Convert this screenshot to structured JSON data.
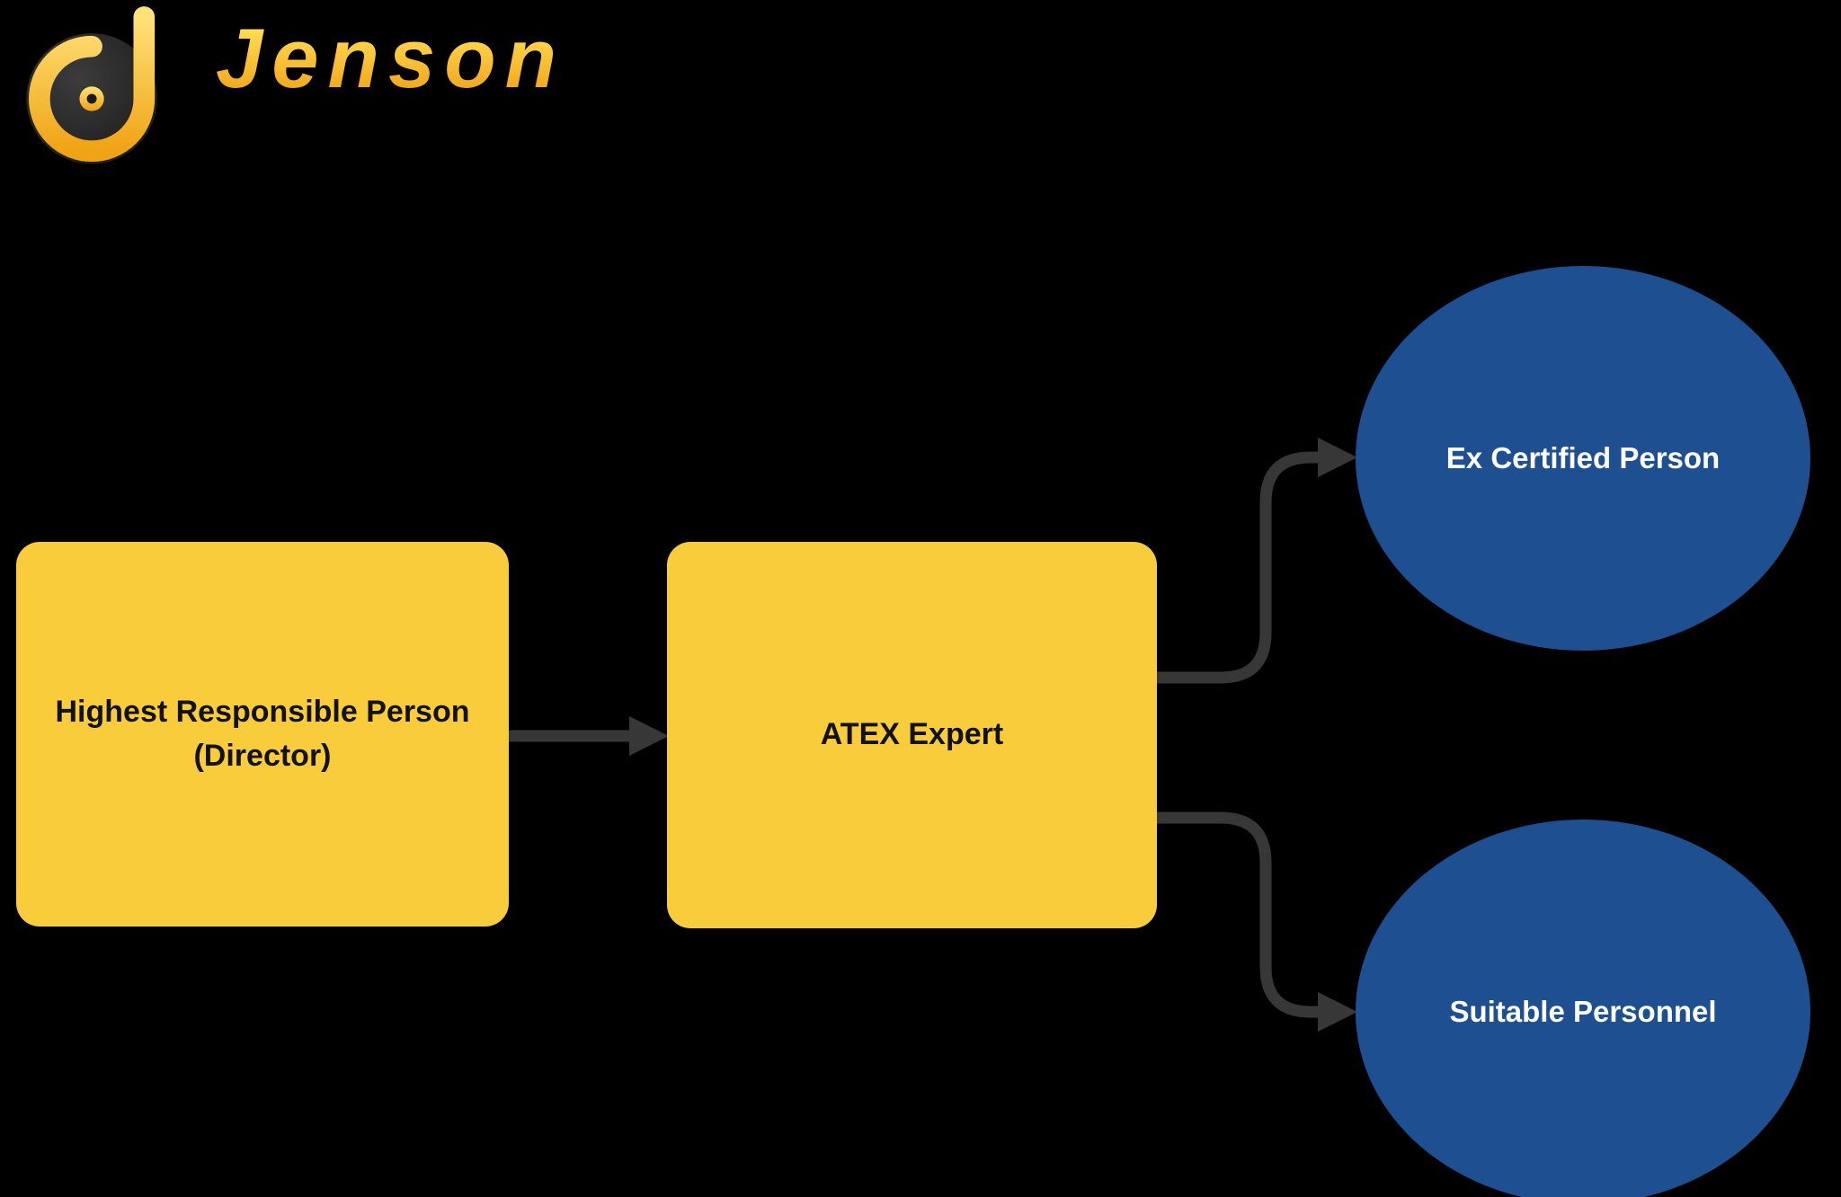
{
  "brand": {
    "name": "Jenson"
  },
  "diagram": {
    "nodes": {
      "director": {
        "line1": "Highest Responsible Person",
        "line2": "(Director)"
      },
      "atex": {
        "label": "ATEX Expert"
      },
      "ex_certified": {
        "label": "Ex Certified Person"
      },
      "suitable": {
        "label": "Suitable Personnel"
      }
    },
    "edges": [
      {
        "from": "director",
        "to": "atex"
      },
      {
        "from": "atex",
        "to": "ex_certified"
      },
      {
        "from": "atex",
        "to": "suitable"
      }
    ]
  },
  "colors": {
    "background": "#000000",
    "node_yellow": "#F9CC3B",
    "node_blue": "#1D4F91",
    "connector": "#373737",
    "node_text_dark": "#121212",
    "node_text_light": "#FFFFFF",
    "brand_gold_light": "#FFDD55",
    "brand_gold_dark": "#F2A51A"
  }
}
